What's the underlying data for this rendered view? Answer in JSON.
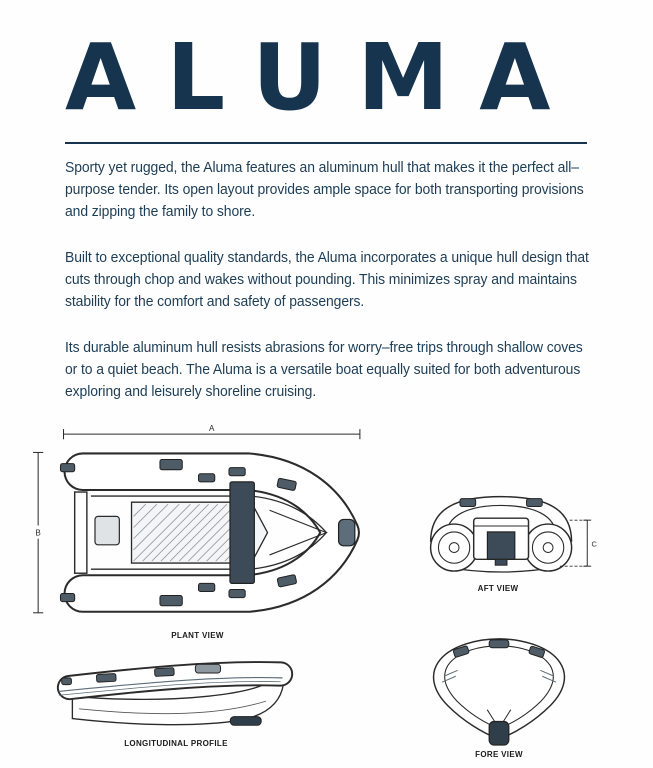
{
  "page": {
    "title": "ALUMA",
    "paragraphs": [
      "Sporty yet rugged, the Aluma features an aluminum hull that makes it the perfect all–purpose tender. Its open layout provides ample space for both transporting provisions and zipping the family to shore.",
      "Built to exceptional quality standards, the Aluma incorporates a unique hull design that cuts through chop and wakes without pounding. This minimizes spray and maintains stability for the comfort and safety of passengers.",
      "Its durable aluminum hull resists abrasions for worry–free trips through shallow coves or to a quiet beach. The Aluma is a versatile boat equally suited for both adventurous exploring and leisurely shoreline cruising."
    ]
  },
  "drawings": {
    "plan": {
      "label": "PLANT VIEW",
      "dim_a": "A",
      "dim_b": "B"
    },
    "aft": {
      "label": "AFT VIEW",
      "dim_c": "C"
    },
    "profile": {
      "label": "LONGITUDINAL PROFILE"
    },
    "fore": {
      "label": "FORE VIEW"
    }
  },
  "colors": {
    "navy_text": "#1d3d55",
    "title_navy": "#16344d",
    "drawing_line": "#2b2b2b",
    "fitting_gray": "#4d5c66",
    "seat_dark": "#3c4b57",
    "keel_dark": "#2f3e49"
  }
}
